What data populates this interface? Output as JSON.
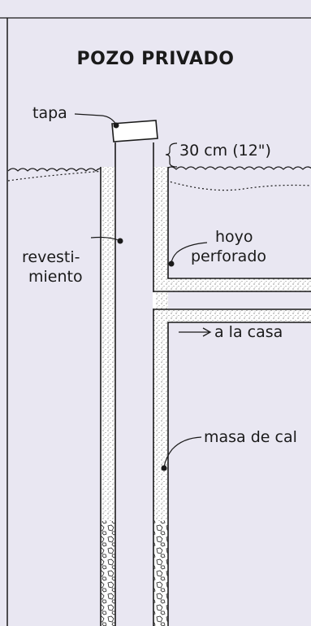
{
  "diagram": {
    "title": "POZO PRIVADO",
    "labels": {
      "cap": "tapa",
      "width": "30 cm (12\")",
      "borehole_line1": "hoyo",
      "borehole_line2": "perforado",
      "casing_line1": "revesti-",
      "casing_line2": "miento",
      "to_house": "a la casa",
      "grout": "masa de cal"
    },
    "colors": {
      "background": "#e9e7f2",
      "ink": "#1a1a1a",
      "casing_fill": "#ffffff",
      "gravel_fill": "#d8d6e0"
    }
  }
}
